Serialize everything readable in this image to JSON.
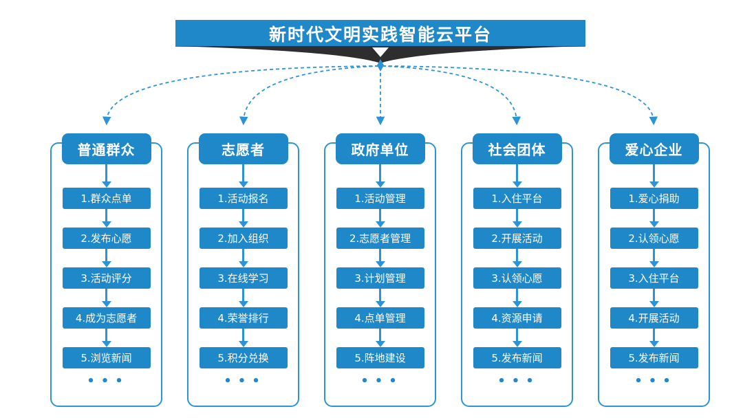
{
  "title": "新时代文明实践智能云平台",
  "colors": {
    "primary_blue": "#1E88C9",
    "line_blue": "#2B93D6",
    "ribbon_dark": "#2E2E2E",
    "text_white": "#FFFFFF"
  },
  "columns": [
    {
      "title": "普通群众",
      "steps": [
        "1.群众点单",
        "2.发布心愿",
        "3.活动评分",
        "4.成为志愿者",
        "5.浏览新闻"
      ],
      "more": "•••"
    },
    {
      "title": "志愿者",
      "steps": [
        "1.活动报名",
        "2.加入组织",
        "3.在线学习",
        "4.荣誉排行",
        "5.积分兑换"
      ],
      "more": "•••"
    },
    {
      "title": "政府单位",
      "steps": [
        "1.活动管理",
        "2.志愿者管理",
        "3.计划管理",
        "4.点单管理",
        "5.阵地建设"
      ],
      "more": "•••"
    },
    {
      "title": "社会团体",
      "steps": [
        "1.入住平台",
        "2.开展活动",
        "3.认领心愿",
        "4.资源申请",
        "5.发布新闻"
      ],
      "more": "•••"
    },
    {
      "title": "爱心企业",
      "steps": [
        "1.爱心捐助",
        "2.认领心愿",
        "3.入住平台",
        "4.开展活动",
        "5.发布新闻"
      ],
      "more": "•••"
    }
  ]
}
